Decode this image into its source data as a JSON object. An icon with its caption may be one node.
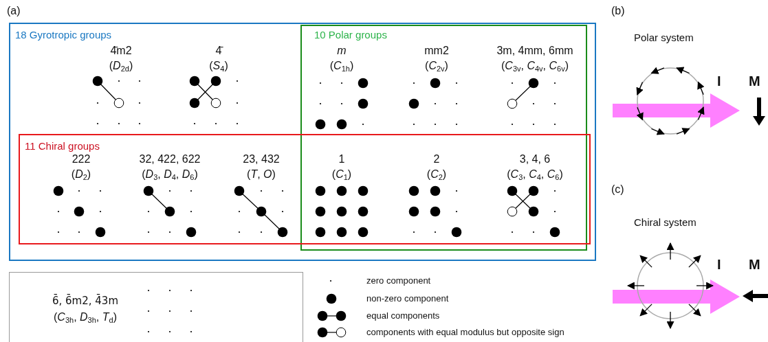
{
  "diagram": {
    "nodes": [
      {
        "text": [
          "18 Gyrotropic groups"
        ]
      },
      {
        "text": [
          "10 Polar groups"
        ],
        "in": 0
      },
      {
        "text": [
          "11 Chiral groups"
        ],
        "in": 0
      },
      {
        "text": [
          "6̄, 6̄m2, 4̄3m",
          "(*C*$_{3h}$, *D*$_{3h}$, *T*$_{d}$)"
        ]
      }
    ],
    "labels": [
      "(a)",
      "4̄m2",
      "(*D*$_{2d}$)",
      "4̄",
      "(*S*$_{4}$)",
      "m",
      "(*C*$_{1h}$)",
      "mm2",
      "(*C*$_{2v}$)",
      "3m, 4mm, 6mm",
      "(*C*$_{3v}$, *C*$_{4v}$, *C*$_{6v}$)",
      "222",
      "(*D*$_{2}$)",
      "32, 422, 622",
      "(*D*$_{3}$, *D*$_{4}$, *D*$_{6}$)",
      "23, 432",
      "(*T*, *O*)",
      "1",
      "(*C*$_{1}$)",
      "2",
      "(*C*$_{2}$)",
      "3, 4, 6",
      "(*C*$_{3}$, *C*$_{4}$, *C*$_{6}$)",
      "(b)",
      "Polar system",
      "I",
      "M",
      "(c)",
      "Chiral system",
      "I",
      "M"
    ],
    "legend": [
      {
        "text": "zero component"
      },
      {
        "text": "non-zero component"
      },
      {
        "text": "equal components"
      },
      {
        "text": "components with equal modulus but opposite sign"
      }
    ]
  }
}
